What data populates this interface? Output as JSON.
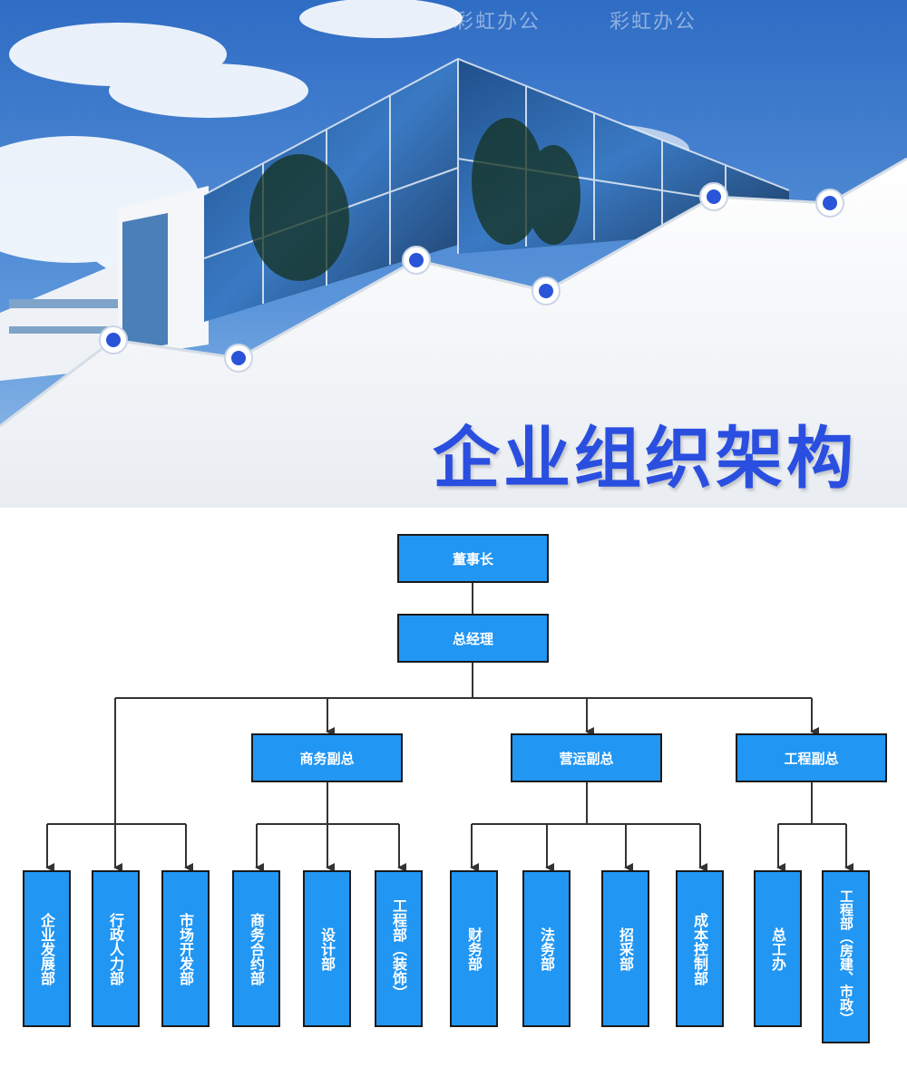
{
  "banner": {
    "title": "企业组织架构",
    "watermarks": [
      "彩虹办公",
      "彩虹办公"
    ],
    "colors": {
      "sky": "#3f79c8",
      "title": "#2a4fe0",
      "node": "#2a55d9"
    }
  },
  "org": {
    "colors": {
      "box": "#2196f3",
      "border": "#1a1a1a",
      "line": "#333333"
    },
    "chairman": "董事长",
    "general_manager": "总经理",
    "vp_business": "商务副总",
    "vp_operations": "营运副总",
    "vp_engineering": "工程副总",
    "departments": {
      "enterprise_dev": "企业发展部",
      "admin_hr": "行政人力部",
      "market_dev": "市场开发部",
      "business_contract": "商务合约部",
      "design": "设计部",
      "engineering_decor": "工程部（装饰）",
      "finance": "财务部",
      "legal": "法务部",
      "procurement": "招采部",
      "cost_control": "成本控制部",
      "chief_engineer_office": "总工办",
      "engineering_construction": "工程部（房建、市政）"
    }
  }
}
